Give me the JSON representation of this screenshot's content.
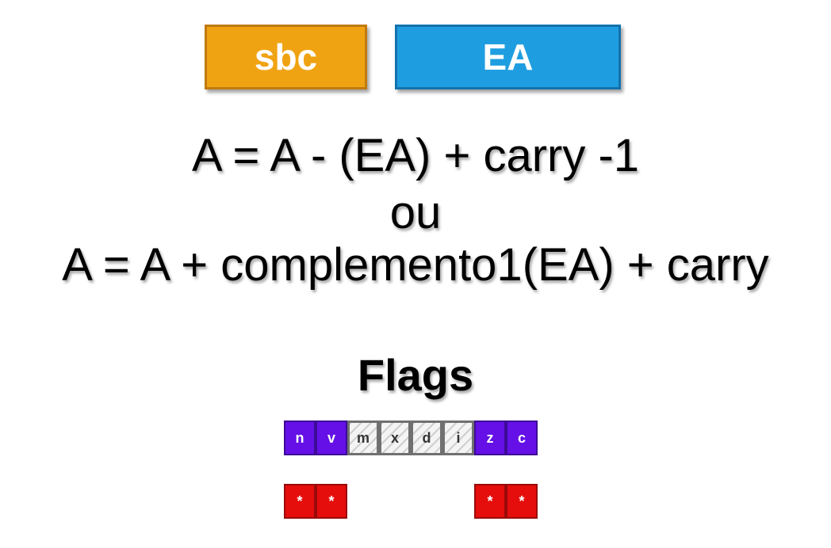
{
  "header": {
    "op_label": "sbc",
    "mode_label": "EA"
  },
  "formula": {
    "line1": "A = A - (EA) + carry -1",
    "or_label": "ou",
    "line2": "A = A + complemento1(EA) + carry"
  },
  "flags_title": "Flags",
  "flags": [
    {
      "label": "n",
      "active": true
    },
    {
      "label": "v",
      "active": true
    },
    {
      "label": "m",
      "active": false
    },
    {
      "label": "x",
      "active": false
    },
    {
      "label": "d",
      "active": false
    },
    {
      "label": "i",
      "active": false
    },
    {
      "label": "z",
      "active": true
    },
    {
      "label": "c",
      "active": true
    }
  ],
  "affected_marker": "*",
  "affected_flags": [
    "n",
    "v",
    "z",
    "c"
  ],
  "colors": {
    "op_tag": "#f0a312",
    "mode_tag": "#1e9ee0",
    "flag_active": "#6410e6",
    "flag_inactive": "#f4f4f4",
    "affected": "#e60d0d"
  }
}
